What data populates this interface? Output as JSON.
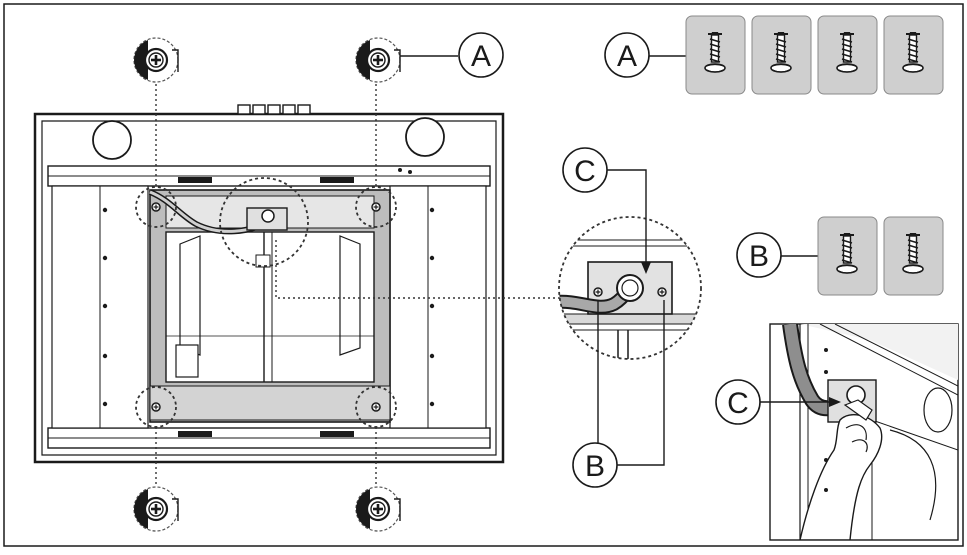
{
  "callouts": {
    "a": "A",
    "b": "B",
    "c": "C"
  },
  "parts": {
    "screw_a_count": 4,
    "screw_b_count": 2
  },
  "colors": {
    "line": "#1a1a1a",
    "panel_fill": "#cfcfcf",
    "hood_fill": "#ffffff",
    "dotted": "#333333"
  }
}
